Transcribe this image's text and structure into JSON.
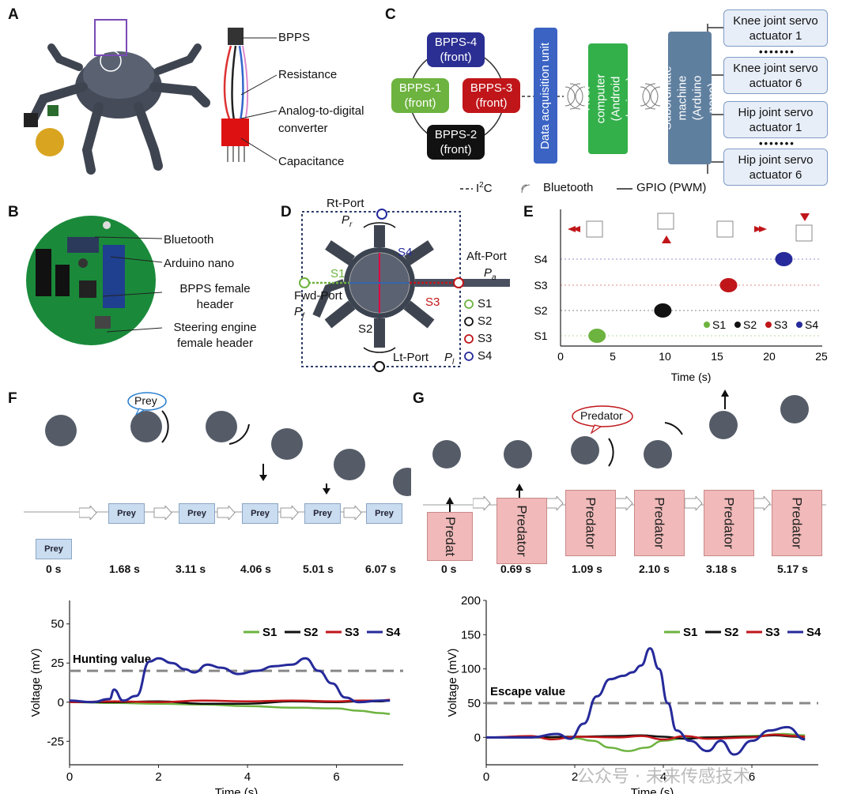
{
  "panels": {
    "A": "A",
    "B": "B",
    "C": "C",
    "D": "D",
    "E": "E",
    "F": "F",
    "G": "G"
  },
  "panelA": {
    "labels": [
      "BPPS",
      "Resistance",
      "Analog-to-digital converter",
      "Capacitance"
    ]
  },
  "panelB": {
    "labels": [
      "Bluetooth",
      "Arduino nano",
      "BPPS female header",
      "Steering engine female header"
    ]
  },
  "panelC": {
    "sensors": [
      "BPPS-4\n(front)",
      "BPPS-1\n(front)",
      "BPPS-3\n(front)",
      "BPPS-2\n(front)"
    ],
    "daq": "Data acquisition unit",
    "host": "Host computer (Android devices)",
    "sub": "Subordinate machine (Arduino nano)",
    "servos": [
      "Knee joint servo actuator 1",
      "Knee joint servo actuator 6",
      "Hip joint servo actuator 1",
      "Hip joint servo actuator 6"
    ],
    "dots": "•••••••",
    "legend": {
      "i2c_prefix": "I",
      "i2c_sup": "2",
      "i2c_suffix": "C",
      "bt": "Bluetooth",
      "gpio": "GPIO (PWM)"
    }
  },
  "panelD": {
    "ports": {
      "rt": "Rt-Port",
      "aft": "Aft-Port",
      "fwd": "Fwd-Port",
      "lt": "Lt-Port"
    },
    "port_vars": {
      "rt": "P",
      "rt_sub": "r",
      "aft": "P",
      "aft_sub": "a",
      "fwd": "P",
      "fwd_sub": "f",
      "lt": "P",
      "lt_sub": "l"
    },
    "sensors": [
      "S1",
      "S2",
      "S3",
      "S4"
    ],
    "legend": [
      "S1",
      "S2",
      "S3",
      "S4"
    ]
  },
  "panelE": {
    "rows": [
      "S4",
      "S3",
      "S2",
      "S1"
    ],
    "xlabel": "Time (s)",
    "xticks": [
      "0",
      "5",
      "10",
      "15",
      "20",
      "25"
    ],
    "legend": [
      "S1",
      "S2",
      "S3",
      "S4"
    ],
    "events": [
      {
        "sensor": "S1",
        "t": 3.5
      },
      {
        "sensor": "S2",
        "t": 9.8
      },
      {
        "sensor": "S3",
        "t": 16.1
      },
      {
        "sensor": "S4",
        "t": 21.4
      }
    ]
  },
  "panelF": {
    "bubble": "Prey",
    "box": "Prey",
    "times": [
      "0 s",
      "1.68 s",
      "3.11 s",
      "4.06 s",
      "5.01 s",
      "6.07 s"
    ]
  },
  "panelG": {
    "bubble": "Predator",
    "boxes": [
      "Predat",
      "Predator",
      "Predator",
      "Predator",
      "Predator",
      "Predator"
    ],
    "times": [
      "0 s",
      "0.69 s",
      "1.09 s",
      "2.10 s",
      "3.18 s",
      "5.17 s"
    ]
  },
  "colors": {
    "S1": "#6db33f",
    "S2": "#111111",
    "S3": "#c0161a",
    "S4": "#262a9a",
    "blueBox": "#3a63c4",
    "greenBox": "#33b04a",
    "slateBox": "#5f7f9f",
    "redBox": "#c0161a",
    "darkBlueBox": "#2b2f93"
  },
  "watermark": "公众号 · 未来传感技术",
  "chart_data": [
    {
      "type": "line",
      "panel": "F",
      "xlabel": "Time (s)",
      "ylabel": "Voltage (mV)",
      "xlim": [
        0,
        7.5
      ],
      "ylim": [
        -40,
        65
      ],
      "xticks": [
        0,
        2,
        4,
        6
      ],
      "yticks": [
        -25,
        0,
        25,
        50
      ],
      "threshold": {
        "label": "Hunting value",
        "value": 20
      },
      "series": [
        {
          "name": "S1",
          "x": [
            0,
            1,
            2,
            3,
            4,
            5,
            6,
            6.5,
            7,
            7.2
          ],
          "y": [
            0,
            -0.5,
            -1,
            -1.5,
            -2.5,
            -3.5,
            -4,
            -5.5,
            -7,
            -7.5
          ]
        },
        {
          "name": "S2",
          "x": [
            0,
            1,
            2,
            3,
            4,
            5,
            6,
            6.5,
            7,
            7.2
          ],
          "y": [
            0,
            0,
            0.5,
            -1,
            -1,
            0.5,
            0,
            0.5,
            0.5,
            1
          ]
        },
        {
          "name": "S3",
          "x": [
            0,
            1,
            2,
            3,
            4,
            5,
            6,
            6.5,
            7,
            7.2
          ],
          "y": [
            0,
            0.5,
            0,
            1,
            0.5,
            1,
            0.5,
            1,
            1,
            1.5
          ]
        },
        {
          "name": "S4",
          "x": [
            0,
            0.5,
            0.9,
            1.0,
            1.2,
            1.5,
            1.8,
            2.0,
            2.3,
            2.6,
            2.8,
            3.1,
            3.4,
            3.8,
            4.2,
            4.6,
            5.0,
            5.3,
            5.6,
            5.9,
            6.2,
            6.5,
            7.0,
            7.2
          ],
          "y": [
            1,
            0,
            2,
            8,
            1,
            4,
            26,
            28,
            25,
            21,
            19,
            24,
            22,
            18,
            20,
            23,
            24,
            28,
            20,
            12,
            3,
            0,
            1,
            1
          ]
        }
      ]
    },
    {
      "type": "line",
      "panel": "G",
      "xlabel": "Time (s)",
      "ylabel": "Voltage (mV)",
      "xlim": [
        0,
        7.5
      ],
      "ylim": [
        -40,
        200
      ],
      "xticks": [
        0,
        2,
        4,
        6
      ],
      "yticks": [
        0,
        50,
        100,
        150,
        200
      ],
      "threshold": {
        "label": "Escape value",
        "value": 50
      },
      "series": [
        {
          "name": "S1",
          "x": [
            0,
            1,
            2,
            2.4,
            2.8,
            3.2,
            3.6,
            4.0,
            4.5,
            5,
            6,
            6.7,
            7.2
          ],
          "y": [
            0,
            0,
            -1,
            -5,
            -15,
            -20,
            -15,
            -5,
            -1,
            0,
            2,
            5,
            3
          ]
        },
        {
          "name": "S2",
          "x": [
            0,
            1,
            2,
            3,
            3.5,
            4,
            4.5,
            5,
            6,
            6.5,
            7,
            7.2
          ],
          "y": [
            0,
            0,
            1,
            2,
            3,
            1,
            -2,
            0,
            1,
            3,
            1,
            -2
          ]
        },
        {
          "name": "S3",
          "x": [
            0,
            1,
            1.5,
            2,
            3,
            3.5,
            4,
            4.5,
            5,
            6,
            6.5,
            7,
            7.2
          ],
          "y": [
            0,
            2,
            -3,
            1,
            0,
            2,
            -3,
            2,
            -2,
            0,
            4,
            2,
            1
          ]
        },
        {
          "name": "S4",
          "x": [
            0,
            1,
            1.6,
            1.9,
            2.2,
            2.5,
            2.8,
            3.1,
            3.3,
            3.5,
            3.7,
            3.9,
            4.1,
            4.3,
            4.6,
            5.0,
            5.3,
            5.6,
            6.0,
            6.4,
            6.8,
            7.2
          ],
          "y": [
            0,
            0,
            5,
            -2,
            20,
            60,
            85,
            90,
            95,
            105,
            130,
            100,
            50,
            10,
            -5,
            -20,
            -5,
            -25,
            -5,
            10,
            15,
            -3
          ]
        }
      ]
    }
  ]
}
